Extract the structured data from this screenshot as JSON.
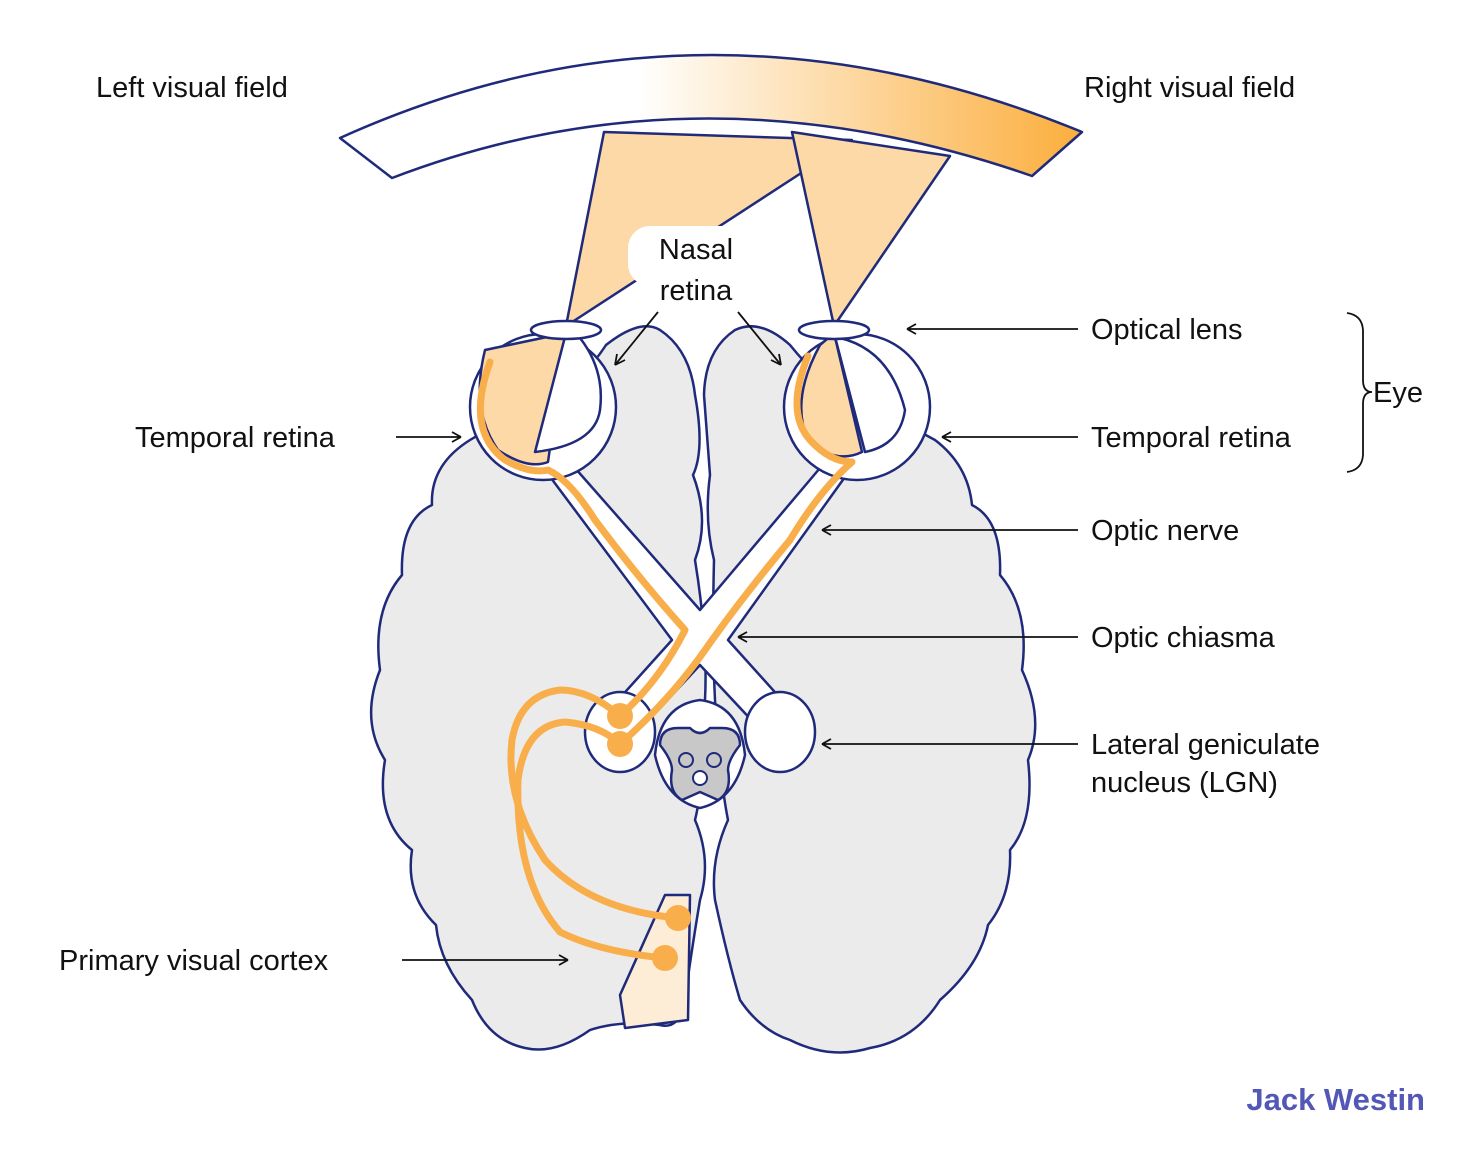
{
  "labels": {
    "left_visual_field": "Left visual field",
    "right_visual_field": "Right visual field",
    "nasal_retina_line1": "Nasal",
    "nasal_retina_line2": "retina",
    "optical_lens": "Optical lens",
    "eye": "Eye",
    "temporal_retina_left": "Temporal retina",
    "temporal_retina_right": "Temporal retina",
    "optic_nerve": "Optic nerve",
    "optic_chiasma": "Optic chiasma",
    "lgn_line1": "Lateral geniculate",
    "lgn_line2": "nucleus (LGN)",
    "primary_visual_cortex": "Primary visual cortex"
  },
  "brand": "Jack Westin",
  "colors": {
    "outline": "#1f2a7a",
    "brain_fill": "#ebebeb",
    "light_cone": "#fdd9a8",
    "visual_pathway": "#f9ae4c",
    "field_gradient_end": "#fbae3c",
    "brand": "#5357b5"
  }
}
